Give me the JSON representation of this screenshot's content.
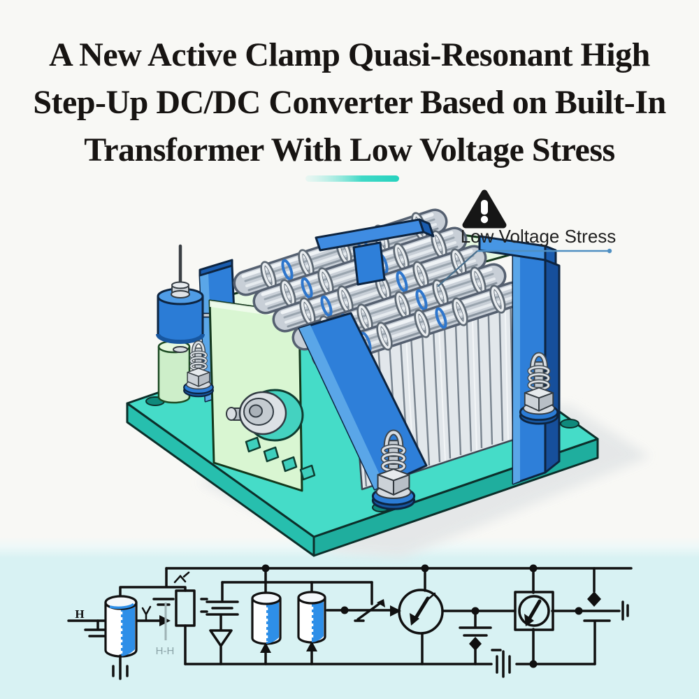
{
  "palette": {
    "background": "#f8f8f5",
    "band": "#d8f2f3",
    "title_color": "#171412",
    "divider_teal": "#26d2be",
    "board_top": "#45dcc8",
    "board_side": "#27bfae",
    "board_side_dark": "#1fae9e",
    "core_face_green": "#d9f6d2",
    "core_top_green": "#e7fae3",
    "bracket_blue": "#2e7fd9",
    "bracket_blue_light": "#5aa6e8",
    "bracket_blue_dark": "#17569f",
    "coil_silver": "#c8cfd7",
    "capacitor_blue": "#2b7cd6",
    "circuit_blue": "#2e8fe8",
    "circuit_line": "#101010",
    "callout_line_blue": "#4f8fc2",
    "shadow": "#e3e6e7"
  },
  "title": {
    "lines": [
      "A New Active Clamp Quasi-Resonant High",
      "Step-Up DC/DC Converter Based on Built-In",
      "Transformer With Low Voltage Stress"
    ]
  },
  "callout": {
    "label": "Low Voltage Stress",
    "icon": "warning-triangle-icon"
  },
  "illustration": {
    "components": [
      "pcb-base",
      "mounting-holes",
      "transformer-core",
      "built-in-transformer-winding",
      "winding-fins",
      "end-bracket-left",
      "end-bracket-right",
      "top-clamp-bracket",
      "radial-capacitor",
      "terminal-screw-left",
      "terminal-screw-front",
      "terminal-screw-right",
      "shaft-knob",
      "gear-teeth",
      "drop-shadow"
    ]
  },
  "circuit": {
    "labels": {
      "input": "H",
      "faded": "H-H"
    },
    "components": [
      "input-wire",
      "input-capacitor-plates",
      "electrolytic-capacitor-1",
      "ground-symbol",
      "output-arrow",
      "resistor",
      "battery-stack",
      "diode-down",
      "electrolytic-capacitor-2",
      "electrolytic-capacitor-3",
      "zigzag-diode-arrow",
      "meter-source-round",
      "filter-capacitor",
      "diamond-arrows",
      "bottom-bus-battery",
      "meter-source-square",
      "output-battery",
      "top-bus",
      "second-bus",
      "bottom-bus",
      "junction-dots"
    ]
  }
}
